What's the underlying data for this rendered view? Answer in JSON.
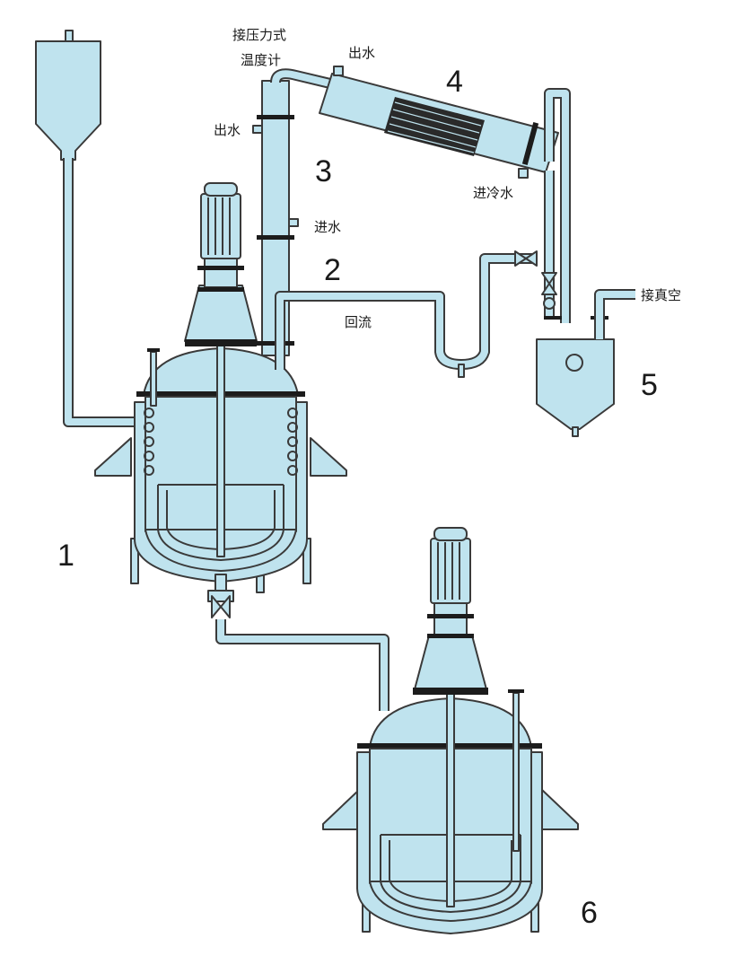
{
  "colors": {
    "equipment_fill": "#bfe3ee",
    "outline": "#3a3a3a",
    "band": "#1c1c1c",
    "background": "#ffffff"
  },
  "labels": {
    "thermometer_line1": "接压力式",
    "thermometer_line2": "温度计",
    "water_out_condenser": "出水",
    "water_out_column": "出水",
    "water_in_column": "进水",
    "cooling_water_in": "进冷水",
    "reflux": "回流",
    "vacuum": "接真空"
  },
  "numbers": {
    "n1": "1",
    "n2": "2",
    "n3": "3",
    "n4": "4",
    "n5": "5",
    "n6": "6"
  }
}
